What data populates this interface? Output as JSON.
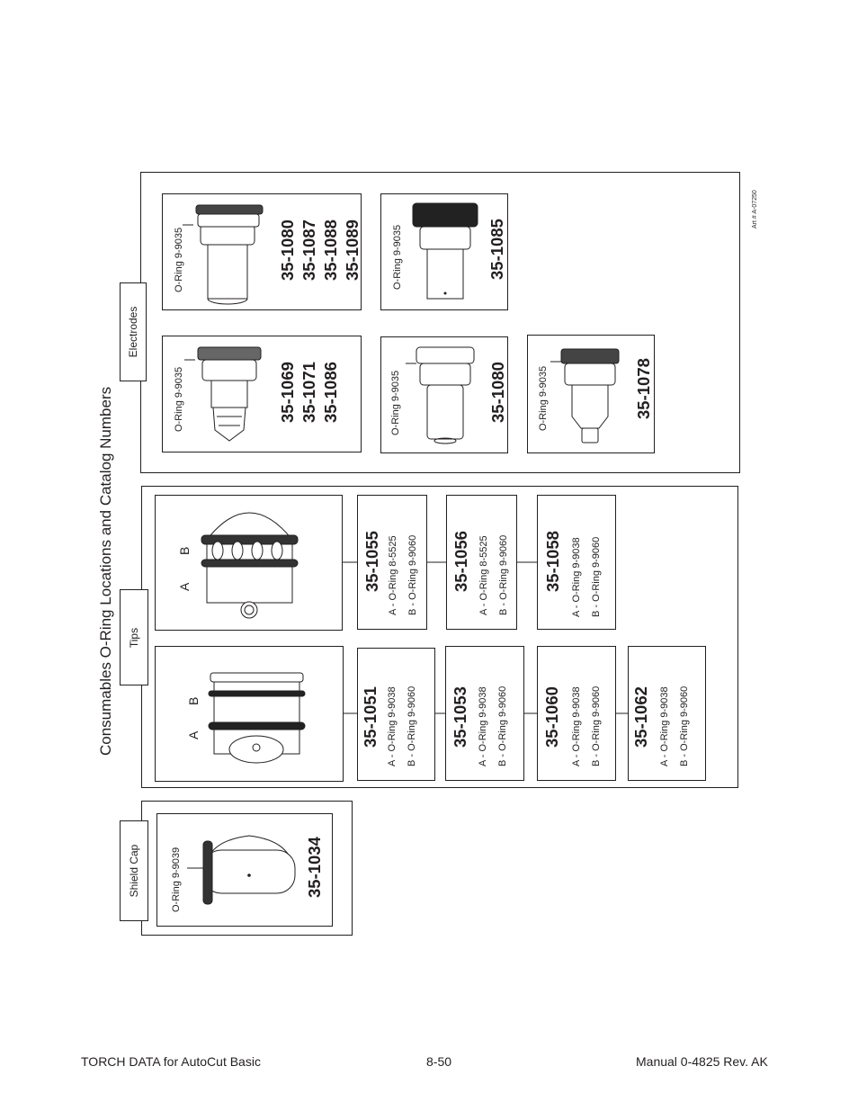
{
  "title": "Consumables O-Ring Locations and Catalog Numbers",
  "art_number": "Art # A-07250",
  "sections": {
    "electrodes": {
      "label": "Electrodes",
      "items": [
        {
          "catalog": [
            "35-1080",
            "35-1087",
            "35-1088",
            "35-1089"
          ],
          "oring": "O-Ring 9-9035"
        },
        {
          "catalog": [
            "35-1085"
          ],
          "oring": "O-Ring 9-9035"
        },
        {
          "catalog": [
            "35-1069",
            "35-1071",
            "35-1086"
          ],
          "oring": "O-Ring 9-9035"
        },
        {
          "catalog": [
            "35-1080"
          ],
          "oring": "O-Ring 9-9035"
        },
        {
          "catalog": [
            "35-1078"
          ],
          "oring": "O-Ring 9-9035"
        }
      ]
    },
    "tips": {
      "label": "Tips",
      "marker_a": "A",
      "marker_b": "B",
      "items": [
        {
          "catalog": "35-1055",
          "a": "A - O-Ring  8-5525",
          "b": "B - O-Ring  9-9060"
        },
        {
          "catalog": "35-1056",
          "a": "A - O-Ring  8-5525",
          "b": "B - O-Ring  9-9060"
        },
        {
          "catalog": "35-1058",
          "a": "A - O-Ring  9-9038",
          "b": "B - O-Ring  9-9060"
        },
        {
          "catalog": "35-1051",
          "a": "A - O-Ring  9-9038",
          "b": "B - O-Ring  9-9060"
        },
        {
          "catalog": "35-1053",
          "a": "A - O-Ring 9-9038",
          "b": "B - O-Ring 9-9060"
        },
        {
          "catalog": "35-1060",
          "a": "A - O-Ring  9-9038",
          "b": "B - O-Ring  9-9060"
        },
        {
          "catalog": "35-1062",
          "a": "A - O-Ring  9-9038",
          "b": "B - O-Ring  9-9060"
        }
      ]
    },
    "shield_cap": {
      "label": "Shield Cap",
      "catalog": "35-1034",
      "oring": "O-Ring  9-9039"
    }
  },
  "footer": {
    "left": "TORCH DATA for AutoCut Basic",
    "center": "8-50",
    "right": "Manual  0-4825 Rev. AK"
  }
}
